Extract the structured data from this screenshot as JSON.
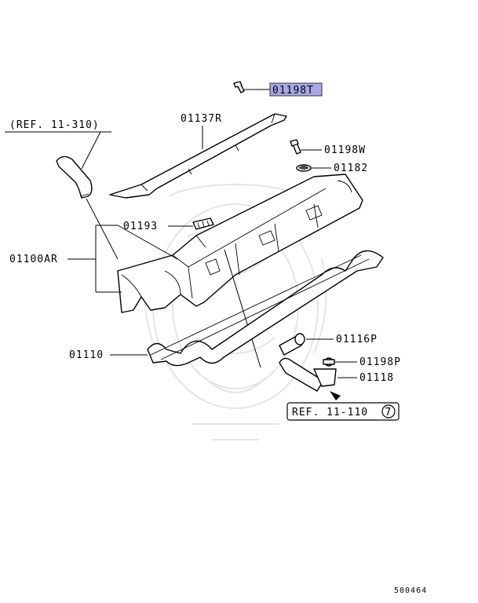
{
  "labels": {
    "p01198T": "01198T",
    "p01137R": "01137R",
    "p01198W": "01198W",
    "p01182": "01182",
    "p01193": "01193",
    "p01100AR": "01100AR",
    "p01116P": "01116P",
    "p01198P": "01198P",
    "p01118": "01118",
    "p01110": "01110"
  },
  "refs": {
    "ref_top": "(REF. 11-310)",
    "ref_bottom": "REF. 11-110",
    "ref_bottom_circle": "7"
  },
  "diagram_number": "500464",
  "colors": {
    "highlight": "#a8a8e8",
    "line": "#000000",
    "watermark": "#d9d9d9"
  }
}
